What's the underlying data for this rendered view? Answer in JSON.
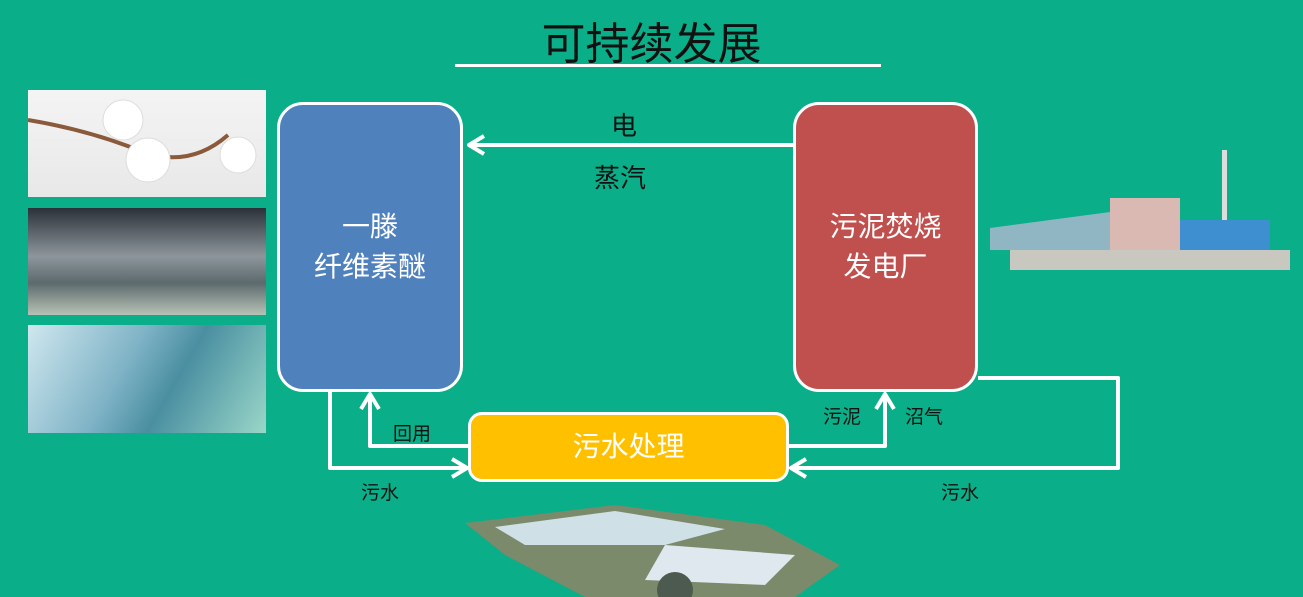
{
  "title": "可持续发展",
  "nodes": {
    "company": [
      "一滕",
      "纤维素醚"
    ],
    "plant": [
      "污泥焚烧",
      "发电厂"
    ],
    "treatment": "污水处理"
  },
  "edge_labels": {
    "electricity": "电",
    "steam": "蒸汽",
    "reuse": "回用",
    "wastewater_left": "污水",
    "sludge": "污泥",
    "biogas": "沼气",
    "wastewater_right": "污水"
  },
  "colors": {
    "background": "#0aae88",
    "company": "#4f81bd",
    "plant": "#c0504d",
    "treatment": "#ffc000"
  }
}
